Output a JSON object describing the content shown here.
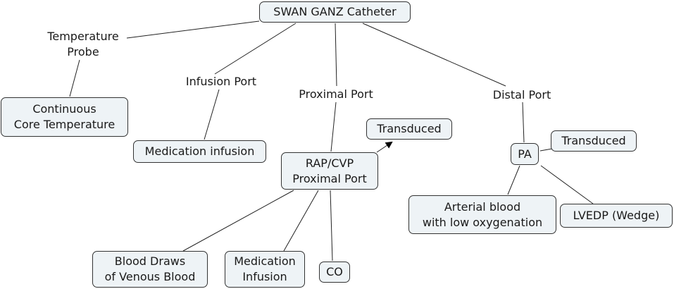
{
  "concept_map": {
    "root": "SWAN GANZ Catheter",
    "linking_phrases": {
      "temperature_probe": "Temperature\nProbe",
      "infusion_port": "Infusion Port",
      "proximal_port": "Proximal Port",
      "distal_port": "Distal Port"
    },
    "concepts": {
      "continuous_core_temperature": "Continuous\nCore Temperature",
      "medication_infusion_top": "Medication infusion",
      "rap_cvp": "RAP/CVP\nProximal Port",
      "transduced_proximal": "Transduced",
      "pa": "PA",
      "transduced_pa": "Transduced",
      "arterial_blood": "Arterial blood\nwith low oxygenation",
      "lvedp": "LVEDP (Wedge)",
      "blood_draws": "Blood Draws\nof Venous Blood",
      "medication_infusion_bottom": "Medication\nInfusion",
      "co": "CO"
    }
  }
}
